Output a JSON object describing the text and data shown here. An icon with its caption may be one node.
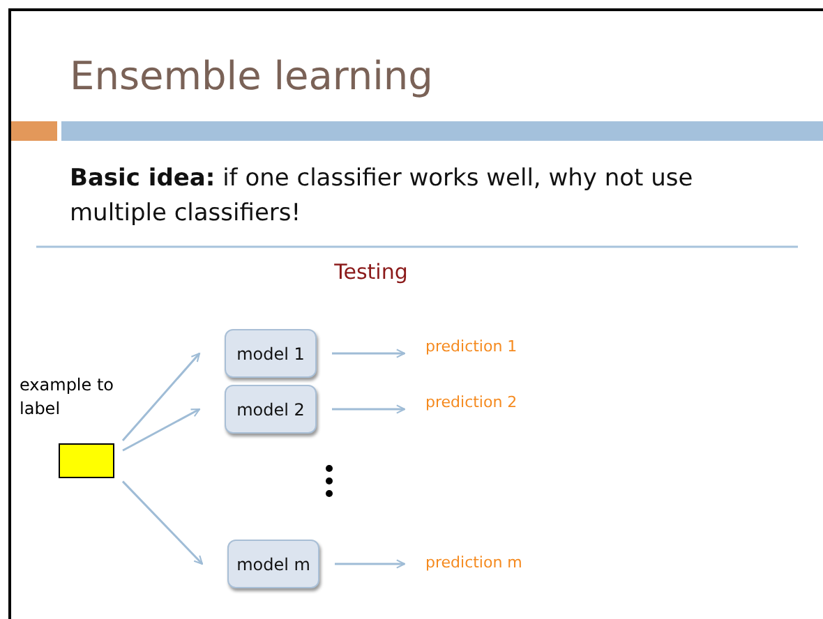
{
  "diagram": {
    "title": "Ensemble learning",
    "nodes": [
      {
        "text": [],
        "shape": "box",
        "beside": [
          "example to label"
        ]
      },
      {
        "text": [
          "model 1"
        ]
      },
      {
        "text": [
          "model 2"
        ]
      },
      {
        "text": [
          "model m"
        ]
      },
      {
        "text": [
          "prediction 1"
        ]
      },
      {
        "text": [
          "prediction 2"
        ]
      },
      {
        "text": [
          "prediction m"
        ]
      }
    ],
    "edges": [
      {
        "from": 0,
        "to": 1,
        "arrow": "to"
      },
      {
        "from": 0,
        "to": 2,
        "arrow": "to"
      },
      {
        "from": 0,
        "to": 3,
        "arrow": "to"
      },
      {
        "from": 1,
        "to": 4,
        "arrow": "to"
      },
      {
        "from": 2,
        "to": 5,
        "arrow": "to"
      },
      {
        "from": 3,
        "to": 6,
        "arrow": "to"
      }
    ],
    "labels": [
      "**Basic idea:** if one classifier works well, why not use multiple classifiers!",
      "Testing"
    ]
  }
}
